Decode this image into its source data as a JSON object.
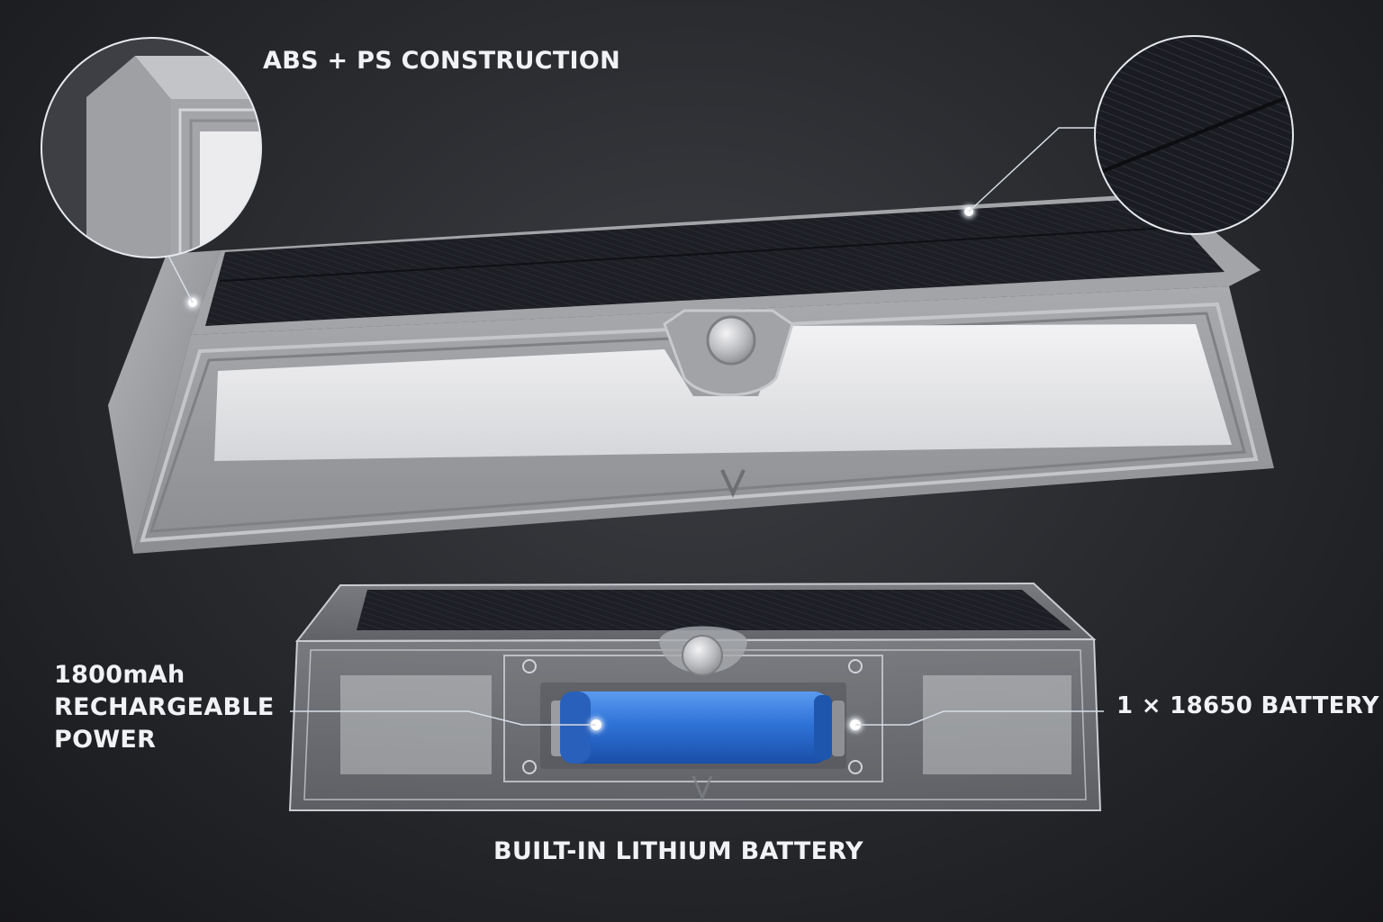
{
  "callouts": {
    "construction": "ABS + PS CONSTRUCTION",
    "capacity_line1": "1800mAh",
    "capacity_line2": "RECHARGEABLE",
    "capacity_line3": "POWER",
    "battery_type": "1 × 18650 BATTERY",
    "caption": "BUILT-IN LITHIUM BATTERY"
  },
  "colors": {
    "background": "#2a2c30",
    "housing": "#9b9ca0",
    "solar_panel": "#1c1e24",
    "diffuser": "#e4e5e7",
    "battery": "#2f73d8",
    "callout_line": "#e8eef6"
  },
  "icons": [
    "pir-sensor-icon",
    "v-logo-icon",
    "solar-panel-icon",
    "battery-icon"
  ]
}
